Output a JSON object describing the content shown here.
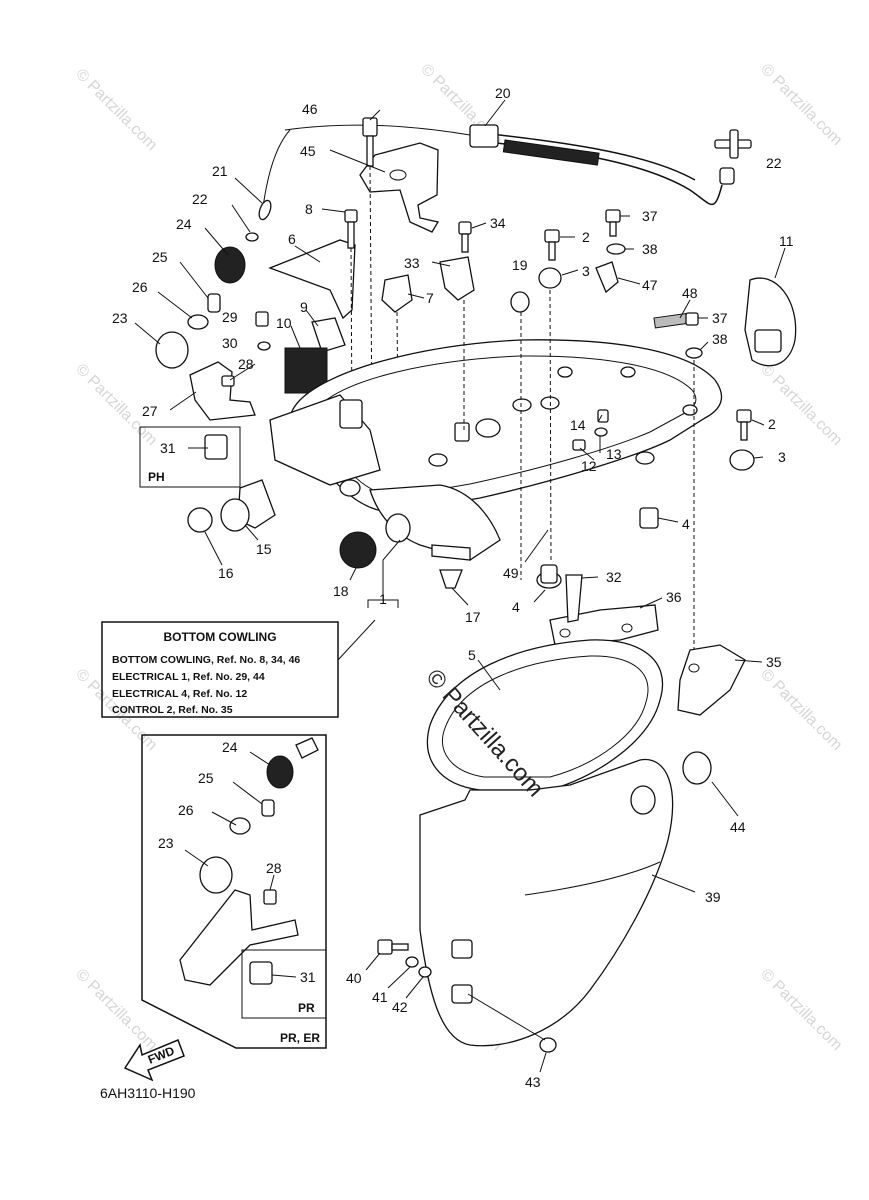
{
  "watermark_text": "© Partzilla.com",
  "center_watermark_text": "© Partzilla.com",
  "reference_code": "6AH3110-H190",
  "fwd_label": "FWD",
  "info_box": {
    "title": "BOTTOM COWLING",
    "lines": [
      "BOTTOM COWLING, Ref. No. 8, 34, 46",
      "ELECTRICAL 1,  Ref. No. 29, 44",
      "ELECTRICAL 4,  Ref. No. 12",
      "CONTROL 2,  Ref. No. 35"
    ]
  },
  "subassembly_labels": {
    "ph": "PH",
    "pr": "PR",
    "pr_er": "PR, ER"
  },
  "callouts": [
    {
      "n": "1"
    },
    {
      "n": "2"
    },
    {
      "n": "2"
    },
    {
      "n": "3"
    },
    {
      "n": "3"
    },
    {
      "n": "4"
    },
    {
      "n": "4"
    },
    {
      "n": "5"
    },
    {
      "n": "6"
    },
    {
      "n": "7"
    },
    {
      "n": "8"
    },
    {
      "n": "9"
    },
    {
      "n": "10"
    },
    {
      "n": "11"
    },
    {
      "n": "12"
    },
    {
      "n": "13"
    },
    {
      "n": "14"
    },
    {
      "n": "15"
    },
    {
      "n": "16"
    },
    {
      "n": "17"
    },
    {
      "n": "18"
    },
    {
      "n": "19"
    },
    {
      "n": "20"
    },
    {
      "n": "21"
    },
    {
      "n": "22"
    },
    {
      "n": "22"
    },
    {
      "n": "23"
    },
    {
      "n": "23"
    },
    {
      "n": "24"
    },
    {
      "n": "24"
    },
    {
      "n": "25"
    },
    {
      "n": "25"
    },
    {
      "n": "26"
    },
    {
      "n": "26"
    },
    {
      "n": "27"
    },
    {
      "n": "28"
    },
    {
      "n": "28"
    },
    {
      "n": "29"
    },
    {
      "n": "30"
    },
    {
      "n": "31"
    },
    {
      "n": "31"
    },
    {
      "n": "32"
    },
    {
      "n": "33"
    },
    {
      "n": "34"
    },
    {
      "n": "35"
    },
    {
      "n": "36"
    },
    {
      "n": "37"
    },
    {
      "n": "37"
    },
    {
      "n": "38"
    },
    {
      "n": "38"
    },
    {
      "n": "39"
    },
    {
      "n": "40"
    },
    {
      "n": "41"
    },
    {
      "n": "42"
    },
    {
      "n": "43"
    },
    {
      "n": "44"
    },
    {
      "n": "45"
    },
    {
      "n": "46"
    },
    {
      "n": "47"
    },
    {
      "n": "48"
    },
    {
      "n": "49"
    }
  ]
}
